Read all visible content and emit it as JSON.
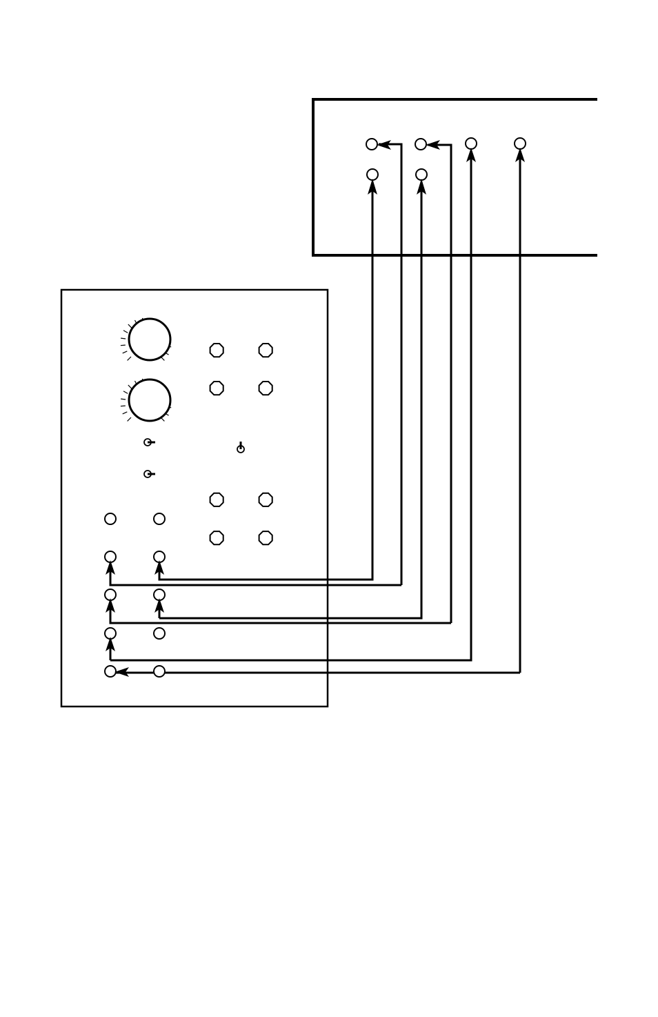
{
  "colors": {
    "background": "#ffffff",
    "ink": "#000000"
  },
  "diagram": {
    "description_nodes": [
      "upper-device-panel",
      "lower-module-panel"
    ],
    "upper_device": {
      "jacks_top_row": 4,
      "jacks_bottom_row": 2
    },
    "module": {
      "knobs": 2,
      "toggle_switches": 3,
      "octagon_jacks": 8,
      "round_jacks": 10
    },
    "patch_cables": 6
  }
}
